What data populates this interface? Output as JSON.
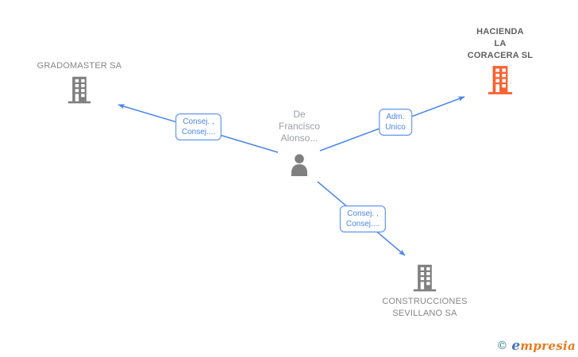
{
  "diagram": {
    "person": {
      "name_lines": [
        "De",
        "Francisco",
        "Alonso..."
      ]
    },
    "companies": [
      {
        "id": "gradomaster",
        "name_lines": [
          "GRADOMASTER SA"
        ]
      },
      {
        "id": "hacienda",
        "name_lines": [
          "HACIENDA",
          "LA",
          "CORACERA SL"
        ]
      },
      {
        "id": "construcciones",
        "name_lines": [
          "CONSTRUCCIONES",
          "SEVILLANO SA"
        ]
      }
    ],
    "edges": [
      {
        "id": "person-to-gradomaster",
        "label_lines": [
          "Consej. ,",
          "Consej...."
        ]
      },
      {
        "id": "person-to-hacienda",
        "label_lines": [
          "Adm.",
          "Unico"
        ]
      },
      {
        "id": "person-to-construcciones",
        "label_lines": [
          "Consej. ,",
          "Consej...."
        ]
      }
    ]
  },
  "watermark": {
    "copyright": "©",
    "brand_initial": "e",
    "brand_rest": "mpresia"
  },
  "colors": {
    "edge_blue": "#4a86e8",
    "icon_gray": "#7f7f7f",
    "icon_orange": "#f96232",
    "company_label_gray": "#868686",
    "company_label_bold_gray": "#5f5f5f",
    "person_label_gray": "#9b9fa3",
    "watermark_teal": "#2b7a8c",
    "watermark_blue": "#4a74b8",
    "watermark_orange": "#e87a1f"
  }
}
